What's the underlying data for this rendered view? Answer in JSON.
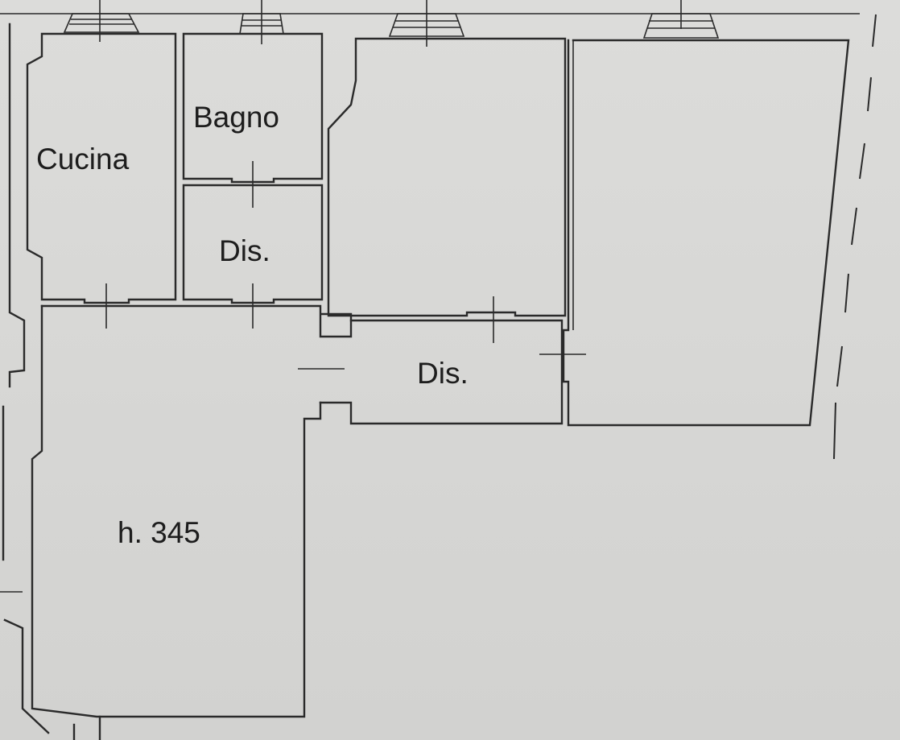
{
  "rooms": {
    "cucina": "Cucina",
    "bagno": "Bagno",
    "dis_upper": "Dis.",
    "dis_lower": "Dis.",
    "main_height": "h. 345"
  },
  "colors": {
    "paper": "#d9d9d7",
    "ink": "#2a2a2a"
  }
}
